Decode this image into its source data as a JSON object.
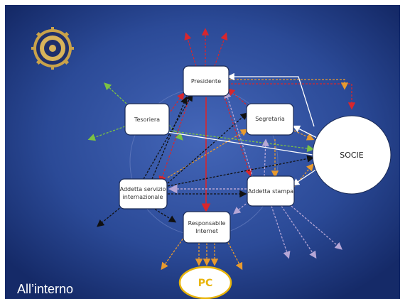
{
  "slide": {
    "caption": "All’interno",
    "colors": {
      "background_center": "#3E61B3",
      "background_edge": "#152A68",
      "red": "#D8262D",
      "orange": "#E89A2E",
      "green": "#7CC243",
      "black": "#111111",
      "lavender": "#B6A6D6",
      "white": "#FFFFFF",
      "pc_border": "#E8B40A"
    },
    "logo": {
      "icon": "rotary-wheel-emblem"
    },
    "nodes": {
      "presidente": "Presidente",
      "tesoriera": "Tesoriera",
      "segretaria": "Segretaria",
      "addetta_servizio_line1": "Addetta servizio",
      "addetta_servizio_line2": "internazionale",
      "addetta_stampa": "Addetta stampa",
      "responsabile_line1": "Responsabile",
      "responsabile_line2": "Internet",
      "socie": "SOCIE",
      "pc": "PC"
    }
  }
}
